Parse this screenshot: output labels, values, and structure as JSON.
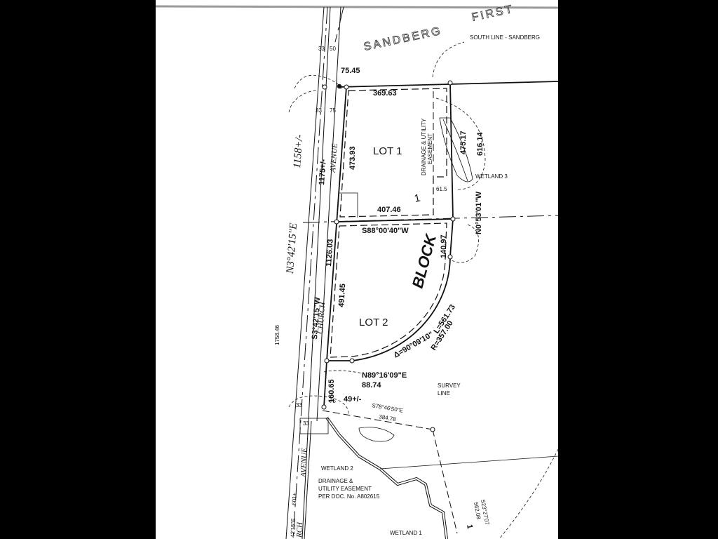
{
  "labels": {
    "sandberg": "SANDBERG",
    "first": "FIRST",
    "south_line": "SOUTH LINE - SANDBERG",
    "top_frontage": "75.45",
    "lot1_north": "369.63",
    "lot1": "LOT  1",
    "lot1_west": "473.93",
    "easement": "DRAINAGE & UTILITY",
    "easement2": "EASEMENT",
    "lot1_east": "475.17",
    "east_total": "616.14",
    "wetland3": "WETLAND 3",
    "offset": "61.5",
    "block_no": "1",
    "lot1_south": "407.46",
    "east_bearing": "N0°53'01\"W",
    "mid_bearing": "S88°00'40\"W",
    "lot2_east": "140.97",
    "block": "BLOCK",
    "avenue_length": "1175+/-",
    "avenue": "AVENUE",
    "west_total": "1126.03",
    "road_bearing": "N3°42'15\"E",
    "road_total": "1158+/-",
    "lot2_west": "491.45",
    "church_bearing": "S3°42'15\"W",
    "church": "CHURCH",
    "arc_length": "L=561.73",
    "lot2": "LOT  2",
    "delta": "Δ=90°09'10\"",
    "radius": "R=357.00",
    "side_dim": "1758.46",
    "south_bearing": "N89°16'09\"E",
    "south_dist": "88.74",
    "south_seg": "160.65",
    "approx": "49+/-",
    "survey": "SURVEY",
    "survey2": "LINE",
    "survey_bearing": "S78°46'50\"E",
    "survey_dist": "384.78",
    "wetland2": "WETLAND 2",
    "easement_doc": "DRAINAGE &",
    "easement_doc2": "UTILITY EASEMENT",
    "easement_doc3": "PER DOC. No. A802615",
    "wetland1": "WETLAND 1",
    "bottom_dim": "601±",
    "bottom_bearing": "42'15\"E",
    "bottom_church": "RCH",
    "bottom_avenue": "AVENUE",
    "far_bearing": "S23°27'07",
    "far_dist": "562.08",
    "far_one": "1",
    "row_33a": "33",
    "row_50": "50",
    "row_33b": "33",
    "row_75a": "75",
    "row_33c": "33",
    "row_75b": "75",
    "row_33d": "33"
  }
}
